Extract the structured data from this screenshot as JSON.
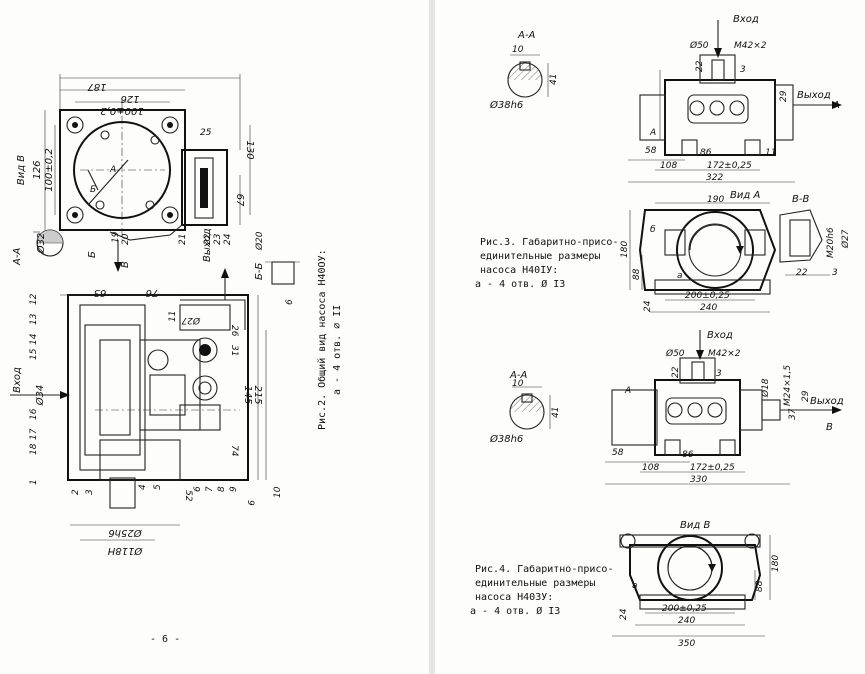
{
  "page_number": "- 6 -",
  "fig2": {
    "caption": "Рис.2. Общий вид насоса Н40ОУ:",
    "note": "а - 4 отв. ∅ II",
    "view_v": "Вид В",
    "section_aa": "А-А",
    "section_bb": "Б-Б",
    "inlet": "Вход",
    "outlet": "Выход",
    "dims_top": [
      "187",
      "126",
      "100±0,2"
    ],
    "dims_left": [
      "126",
      "100±0,2"
    ],
    "dims_right": [
      "130",
      "67"
    ],
    "dims_main": [
      "63",
      "76",
      "Ø27",
      "Ø34",
      "145",
      "215",
      "26",
      "20",
      "52",
      "2",
      "3",
      "31",
      "74",
      "9"
    ],
    "dia_aa": "Ø32",
    "dia_shaft": [
      "Ø25h6",
      "Ø118H"
    ],
    "callouts": [
      "1",
      "2",
      "3",
      "4",
      "5",
      "6",
      "7",
      "8",
      "9",
      "10",
      "11",
      "12",
      "13",
      "14",
      "15",
      "16",
      "17",
      "18",
      "19",
      "20",
      "21",
      "22",
      "23",
      "24",
      "25"
    ],
    "dims_bb": [
      "Ø20",
      "4",
      "2",
      "6"
    ]
  },
  "fig3": {
    "caption_line1": "Рис.3. Габаритно-присо-",
    "caption_line2": "единительные размеры",
    "caption_line3": "насоса Н40ІУ:",
    "caption_line4": "а - 4 отв. Ø I3",
    "section_aa": "А-А",
    "aa_dims": [
      "10",
      "41",
      "Ø38h6"
    ],
    "inlet": "Вход",
    "outlet": "Выход",
    "top_dims": [
      "Ø50",
      "M42×2",
      "22",
      "3"
    ],
    "front_dims": [
      "29",
      "58",
      "86",
      "108",
      "172±0,25",
      "322",
      "11"
    ],
    "view_a": "Вид А",
    "end_dims": [
      "190",
      "180",
      "88",
      "24",
      "200±0,25",
      "240",
      "б",
      "а"
    ],
    "section_bb": "В-В",
    "bb_dims": [
      "M20h6",
      "Ø27",
      "22",
      "3"
    ]
  },
  "fig4": {
    "caption_line1": "Рис.4. Габаритно-присо-",
    "caption_line2": "единительные размеры",
    "caption_line3": "насоса Н403У:",
    "caption_line4": "а - 4 отв. Ø I3",
    "section_aa": "А-А",
    "aa_dims": [
      "10",
      "41",
      "Ø38h6"
    ],
    "inlet": "Вход",
    "outlet": "Выход",
    "top_dims": [
      "Ø50",
      "M42×2",
      "22",
      "3",
      "Ø18",
      "M24×1,5",
      "29",
      "37"
    ],
    "front_dims": [
      "58",
      "86",
      "108",
      "172±0,25",
      "330"
    ],
    "view_b": "Вид В",
    "end_dims": [
      "180",
      "88",
      "24",
      "200±0,25",
      "240",
      "350",
      "а"
    ]
  },
  "labels": {
    "a": "А",
    "b": "Б",
    "v": "В",
    "b_arrow": "В",
    "a_arrow": "А"
  }
}
